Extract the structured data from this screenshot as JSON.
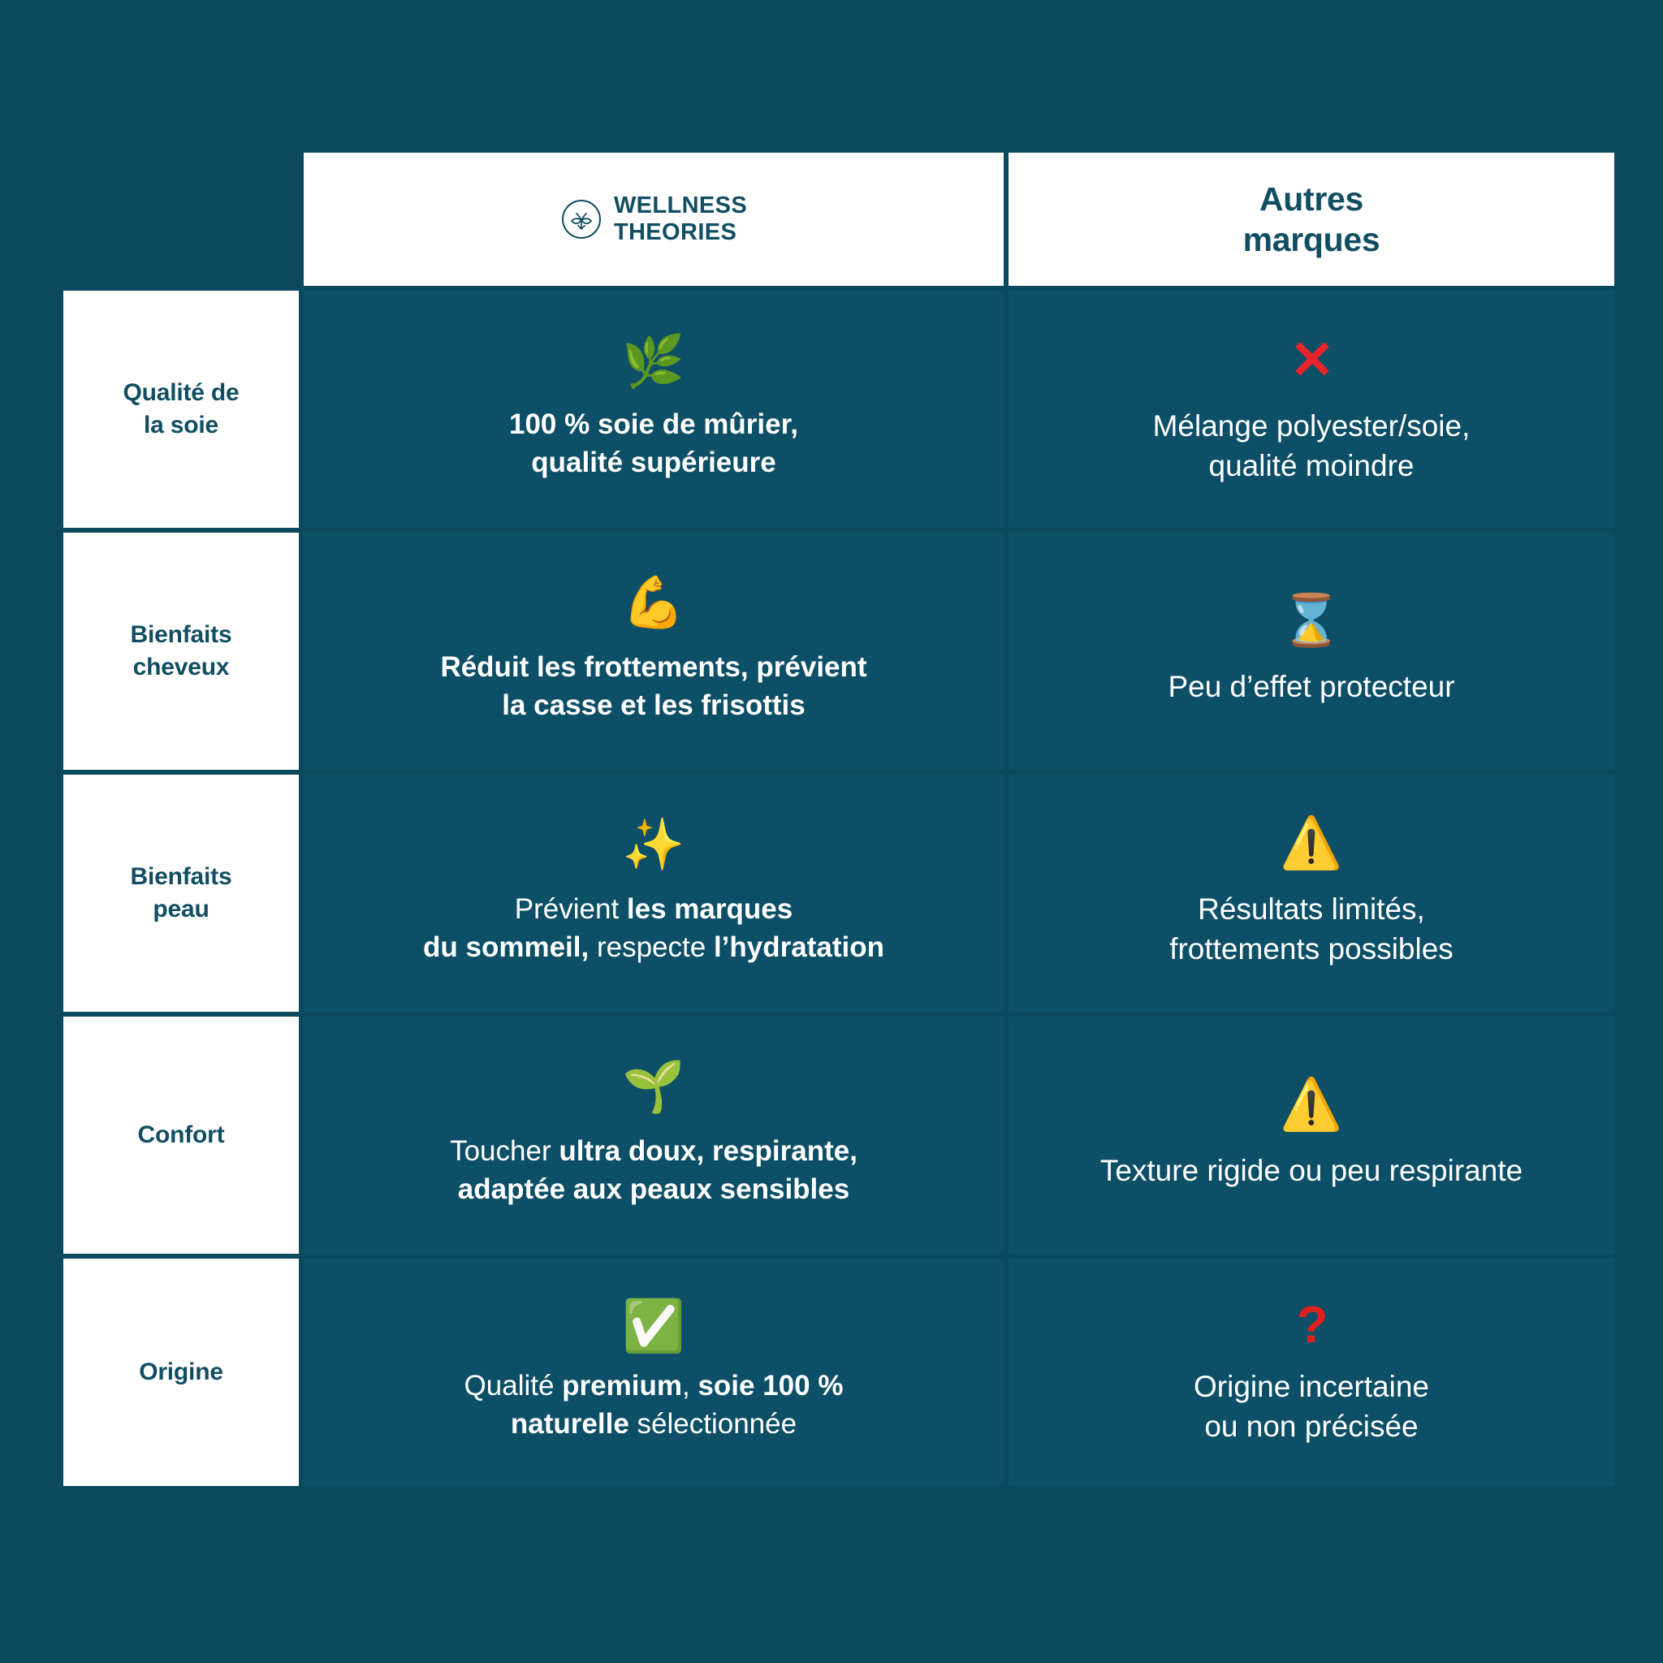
{
  "theme": {
    "page_bg": "#0b4a5e",
    "cell_bg": "#0d4f66",
    "label_bg": "#ffffff",
    "brand_ink": "#124e63",
    "text_on_dark": "#ffffff",
    "negative": "#e8252a",
    "question": "#e0201f"
  },
  "header": {
    "brand": {
      "logo_icon": "bee-leaf-circle-logo",
      "line1": "WELLNESS",
      "line2": "THEORIES"
    },
    "other": {
      "line1": "Autres",
      "line2": "marques"
    }
  },
  "rows": [
    {
      "label": "Qualité de\nla soie",
      "label_line1": "Qualité de",
      "label_line2": "la soie",
      "ours": {
        "icon": "herb-leaf-emoji",
        "icon_glyph": "🌿",
        "text": "100 % soie de mûrier, qualité supérieure",
        "line1": "100 % soie de mûrier,",
        "line2": "qualité supérieure",
        "weight": "bold"
      },
      "other": {
        "icon": "red-cross-mark-icon",
        "icon_glyph": "✕",
        "text": "Mélange polyester/soie, qualité moindre",
        "line1": "Mélange polyester/soie,",
        "line2": "qualité moindre",
        "weight": "normal"
      }
    },
    {
      "label": "Bienfaits\ncheveux",
      "label_line1": "Bienfaits",
      "label_line2": "cheveux",
      "ours": {
        "icon": "flexed-biceps-emoji",
        "icon_glyph": "💪",
        "text": "Réduit les frottements, prévient la casse et les frisottis",
        "line1": "Réduit les frottements, prévient",
        "line2": "la casse et les frisottis",
        "weight": "bold"
      },
      "other": {
        "icon": "hourglass-emoji",
        "icon_glyph": "⌛",
        "text": "Peu d’effet protecteur",
        "line1": "Peu d’effet protecteur",
        "line2": "",
        "weight": "normal"
      }
    },
    {
      "label": "Bienfaits\npeau",
      "label_line1": "Bienfaits",
      "label_line2": "peau",
      "ours": {
        "icon": "sparkles-emoji",
        "icon_glyph": "✨",
        "text": "Prévient les marques du sommeil, respecte l’hydratation",
        "segments": [
          {
            "t": "Prévient ",
            "bold": false
          },
          {
            "t": "les marques",
            "bold": true
          },
          {
            "t": "\n",
            "bold": false
          },
          {
            "t": "du sommeil,",
            "bold": true
          },
          {
            "t": " respecte ",
            "bold": false
          },
          {
            "t": "l’hydratation",
            "bold": true
          }
        ],
        "weight": "mixed"
      },
      "other": {
        "icon": "warning-triangle-emoji",
        "icon_glyph": "⚠️",
        "text": "Résultats limités, frottements possibles",
        "line1": "Résultats limités,",
        "line2": "frottements possibles",
        "weight": "normal"
      }
    },
    {
      "label": "Confort",
      "label_line1": "Confort",
      "label_line2": "",
      "ours": {
        "icon": "seedling-emoji",
        "icon_glyph": "🌱",
        "text": "Toucher ultra doux, respirante, adaptée aux peaux sensibles",
        "segments": [
          {
            "t": "Toucher ",
            "bold": false
          },
          {
            "t": "ultra doux, respirante,",
            "bold": true
          },
          {
            "t": "\n",
            "bold": false
          },
          {
            "t": "adaptée aux peaux sensibles",
            "bold": true
          }
        ],
        "weight": "mixed"
      },
      "other": {
        "icon": "warning-triangle-emoji",
        "icon_glyph": "⚠️",
        "text": "Texture rigide ou peu respirante",
        "line1": "Texture rigide ou peu respirante",
        "line2": "",
        "weight": "normal"
      }
    },
    {
      "label": "Origine",
      "label_line1": "Origine",
      "label_line2": "",
      "ours": {
        "icon": "white-check-mark-emoji",
        "icon_glyph": "✅",
        "text": "Qualité premium, soie 100 % naturelle sélectionnée",
        "segments": [
          {
            "t": "Qualité ",
            "bold": false
          },
          {
            "t": "premium",
            "bold": true
          },
          {
            "t": ", ",
            "bold": false
          },
          {
            "t": "soie 100 %",
            "bold": true
          },
          {
            "t": "\n",
            "bold": false
          },
          {
            "t": "naturelle",
            "bold": true
          },
          {
            "t": " sélectionnée",
            "bold": false
          }
        ],
        "weight": "mixed"
      },
      "other": {
        "icon": "red-question-mark-icon",
        "icon_glyph": "?",
        "text": "Origine incertaine ou non précisée",
        "line1": "Origine incertaine",
        "line2": "ou non précisée",
        "weight": "normal"
      }
    }
  ]
}
